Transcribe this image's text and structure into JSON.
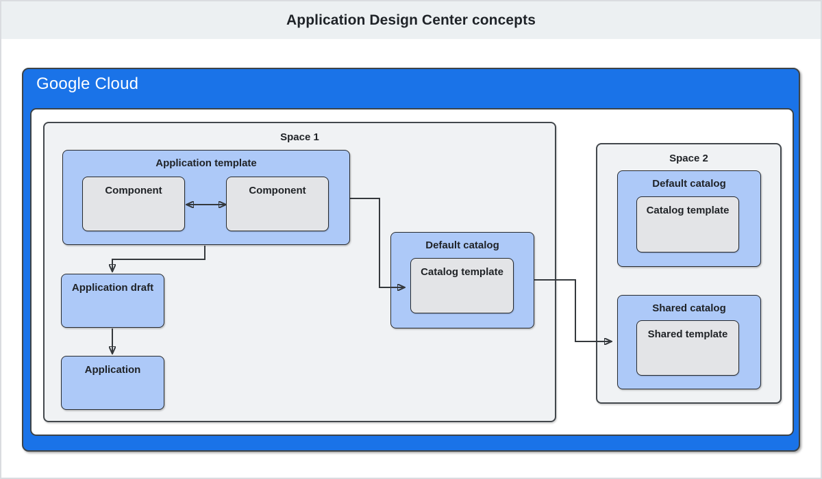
{
  "title": "Application Design Center concepts",
  "brand": {
    "google": "Google",
    "cloud": "Cloud"
  },
  "diagram": {
    "space1": {
      "label": "Space 1",
      "application_template": {
        "label": "Application template",
        "components": [
          "Component",
          "Component"
        ]
      },
      "application_draft": {
        "label": "Application draft"
      },
      "application": {
        "label": "Application"
      },
      "default_catalog": {
        "label": "Default catalog",
        "catalog_template": {
          "label": "Catalog template"
        }
      }
    },
    "space2": {
      "label": "Space 2",
      "default_catalog": {
        "label": "Default catalog",
        "catalog_template": {
          "label": "Catalog template"
        }
      },
      "shared_catalog": {
        "label": "Shared catalog",
        "shared_template": {
          "label": "Shared template"
        }
      }
    },
    "connections": [
      {
        "from": "component-1",
        "to": "component-2",
        "type": "bidirectional"
      },
      {
        "from": "application-template",
        "to": "application-draft",
        "type": "directed"
      },
      {
        "from": "application-draft",
        "to": "application",
        "type": "directed"
      },
      {
        "from": "application-template",
        "to": "space1-default-catalog",
        "type": "directed"
      },
      {
        "from": "space1-default-catalog",
        "to": "space2-shared-catalog",
        "type": "directed"
      }
    ]
  },
  "colors": {
    "google_blue": "#1a73e8",
    "box_blue": "#adc9f8",
    "box_gray": "#e3e4e7",
    "space_gray": "#f0f2f4",
    "banner_gray": "#ecf0f2",
    "connector": "#34383c",
    "text": "#1f2226"
  }
}
